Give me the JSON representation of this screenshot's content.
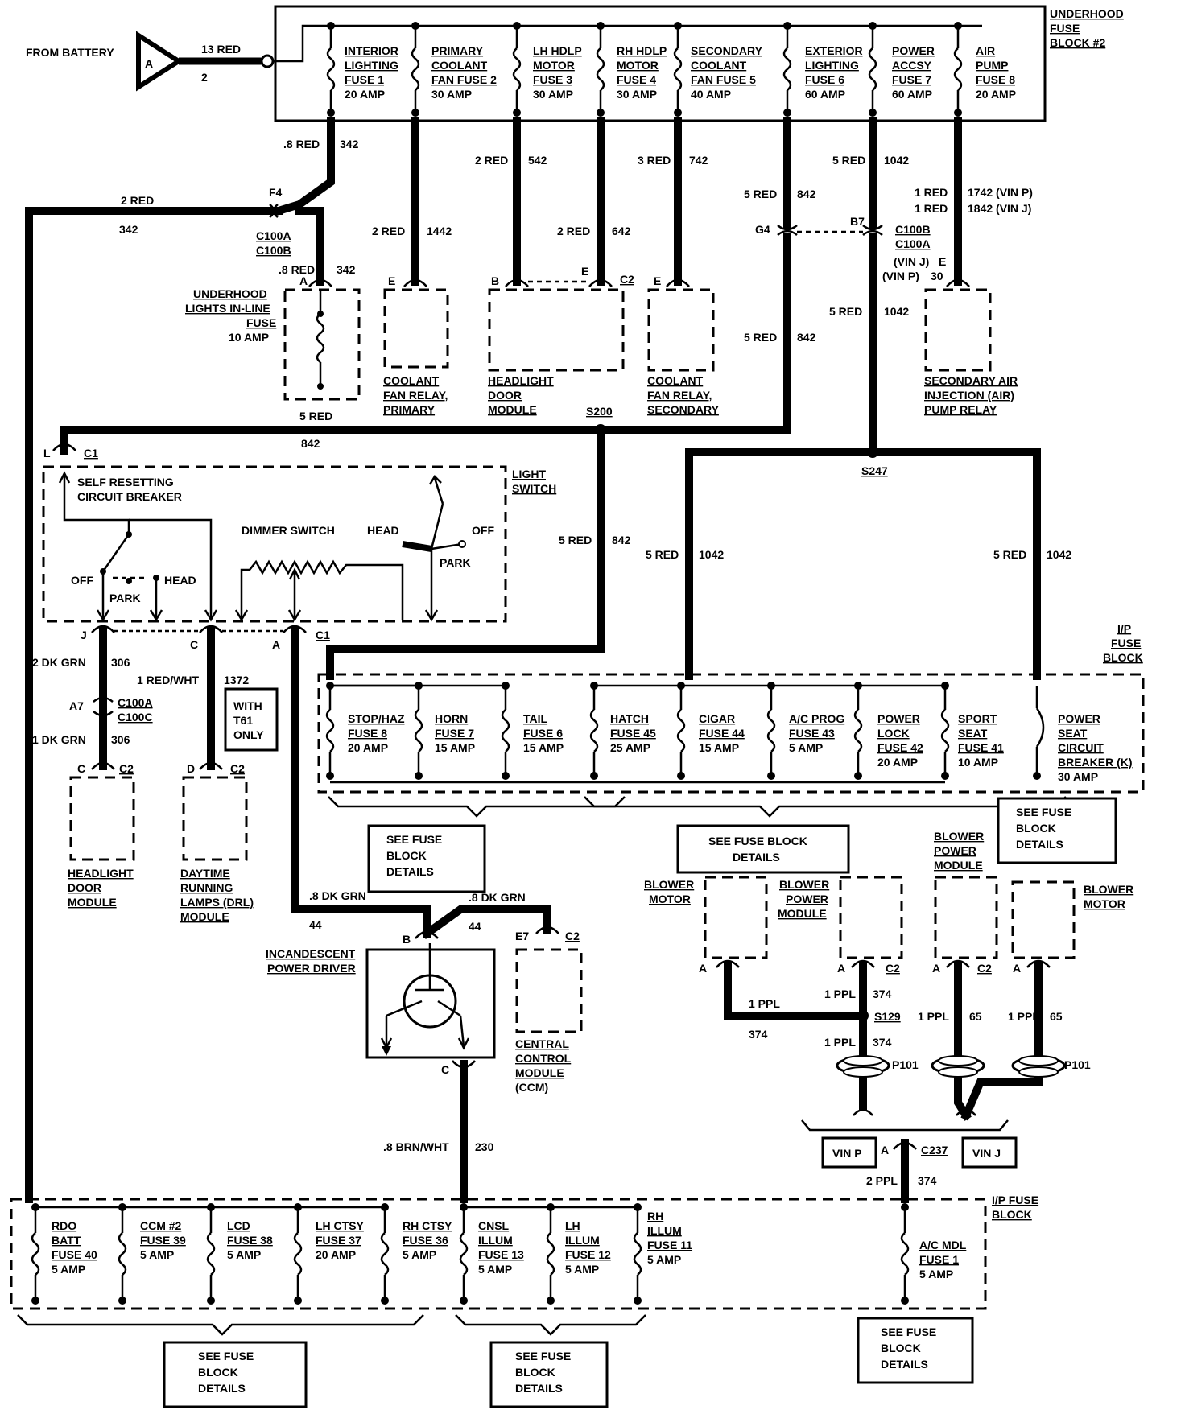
{
  "battery": {
    "label": "FROM BATTERY",
    "tag": "A",
    "wire_top": "13 RED",
    "wire_bottom": "2"
  },
  "underhood_block": {
    "title": [
      "UNDERHOOD",
      "FUSE",
      "BLOCK #2"
    ],
    "fuses": [
      [
        "INTERIOR",
        "LIGHTING",
        "FUSE 1",
        "20 AMP"
      ],
      [
        "PRIMARY",
        "COOLANT",
        "FAN FUSE 2",
        "30 AMP"
      ],
      [
        "LH HDLP",
        "MOTOR",
        "FUSE 3",
        "30 AMP"
      ],
      [
        "RH HDLP",
        "MOTOR",
        "FUSE 4",
        "30 AMP"
      ],
      [
        "SECONDARY",
        "COOLANT",
        "FAN FUSE 5",
        "40 AMP"
      ],
      [
        "EXTERIOR",
        "LIGHTING",
        "FUSE 6",
        "60 AMP"
      ],
      [
        "POWER",
        "ACCSY",
        "FUSE 7",
        "60 AMP"
      ],
      [
        "AIR",
        "PUMP",
        "FUSE 8",
        "20 AMP"
      ]
    ]
  },
  "wires": {
    "w1": ".8 RED",
    "w1n": "342",
    "w2": "2 RED",
    "w2n": "342",
    "w3": "2 RED",
    "w3n": "542",
    "w4": "3 RED",
    "w4n": "742",
    "w5": "5 RED",
    "w5n": "1042",
    "w6a": "5 RED",
    "w6an": "842",
    "w7a": "1 RED",
    "w7an": "1742 (VIN P)",
    "w7b": "1 RED",
    "w7bn": "1842 (VIN J)",
    "w8": "2 RED",
    "w8n": "1442",
    "w9": "2 RED",
    "w9n": "642",
    "w10": ".8 RED",
    "w10n": "342",
    "w11": "5 RED",
    "w11n": "842",
    "w12": "5 RED",
    "w12n": "1042",
    "w13": "5 RED",
    "w14n": "842",
    "w15": "5 RED",
    "w15n": "842",
    "w16": "5 RED",
    "w16n": "1042",
    "w17": "5 RED",
    "w17n": "1042",
    "w18": "2 DK GRN",
    "w18n": "306",
    "w19": "1 DK GRN",
    "w19n": "306",
    "w20": "1 RED/WHT",
    "w20n": "1372",
    "w21": ".8 DK GRN",
    "w21n": "44",
    "w22": ".8 DK GRN",
    "w22n": "44",
    "w23": ".8 BRN/WHT",
    "w23n": "230",
    "w24": "1 PPL",
    "w24n": "374",
    "w25": "1 PPL",
    "w25n": "374",
    "w26": "1 PPL",
    "w26n": "374",
    "w27": "1 PPL",
    "w27n": "65",
    "w28": "1 PPL",
    "w28n": "65",
    "w29": "2 PPL",
    "w29n": "374"
  },
  "connectors": {
    "f4": "F4",
    "c100a": "C100A",
    "c100b": "C100B",
    "g4": "G4",
    "b7": "B7",
    "c100b2": "C100B",
    "c100a2": "C100A",
    "vinj": "(VIN J)",
    "e": "E",
    "vinp": "(VIN P)",
    "n30": "30",
    "a1": "A",
    "e1": "E",
    "b1": "B",
    "e2": "E",
    "c2a": "C2",
    "e3": "E",
    "s200": "S200",
    "s247": "S247",
    "l": "L",
    "c1": "C1",
    "j": "J",
    "c": "C",
    "a2": "A",
    "c1b": "C1",
    "a7": "A7",
    "c100a3": "C100A",
    "c100c": "C100C",
    "cc": "C",
    "c2b": "C2",
    "d": "D",
    "c2c": "C2",
    "b2": "B",
    "e7": "E7",
    "c2d": "C2",
    "cb": "C",
    "a3": "A",
    "a4": "A",
    "c2e": "C2",
    "a5": "A",
    "c2f": "C2",
    "a6": "A",
    "s129": "S129",
    "p101a": "P101",
    "p101b": "P101",
    "a8": "A",
    "c237": "C237"
  },
  "components": {
    "uh_fuse": [
      "UNDERHOOD",
      "LIGHTS IN-LINE",
      "FUSE",
      "10 AMP"
    ],
    "cfr_primary": [
      "COOLANT",
      "FAN RELAY,",
      "PRIMARY"
    ],
    "hdm_top": [
      "HEADLIGHT",
      "DOOR",
      "MODULE"
    ],
    "cfr_secondary": [
      "COOLANT",
      "FAN RELAY,",
      "SECONDARY"
    ],
    "air_relay": [
      "SECONDARY AIR",
      "INJECTION (AIR)",
      "PUMP RELAY"
    ],
    "light_switch": [
      "LIGHT",
      "SWITCH"
    ],
    "breaker": [
      "SELF RESETTING",
      "CIRCUIT BREAKER"
    ],
    "dimmer": "DIMMER SWITCH",
    "sw_head": "HEAD",
    "sw_off": "OFF",
    "sw_park": "PARK",
    "ls_off": "OFF",
    "ls_park": "PARK",
    "ls_head": "HEAD",
    "t61": [
      "WITH",
      "T61",
      "ONLY"
    ],
    "hdm_bottom": [
      "HEADLIGHT",
      "DOOR",
      "MODULE"
    ],
    "drl": [
      "DAYTIME",
      "RUNNING",
      "LAMPS (DRL)",
      "MODULE"
    ],
    "ipd": [
      "INCANDESCENT",
      "POWER DRIVER"
    ],
    "ccm": [
      "CENTRAL",
      "CONTROL",
      "MODULE",
      "(CCM)"
    ],
    "blower_motor1": [
      "BLOWER",
      "MOTOR"
    ],
    "blower_pm1": [
      "BLOWER",
      "POWER",
      "MODULE"
    ],
    "blower_pm2": [
      "BLOWER",
      "POWER",
      "MODULE"
    ],
    "blower_motor2": [
      "BLOWER",
      "MOTOR"
    ],
    "vinp": "VIN P",
    "vinj": "VIN J"
  },
  "ip_block_mid": {
    "title": [
      "I/P",
      "FUSE",
      "BLOCK"
    ],
    "fuses": [
      [
        "STOP/HAZ",
        "FUSE 8",
        "20 AMP"
      ],
      [
        "HORN",
        "FUSE 7",
        "15 AMP"
      ],
      [
        "TAIL",
        "FUSE 6",
        "15 AMP"
      ],
      [
        "HATCH",
        "FUSE 45",
        "25 AMP"
      ],
      [
        "CIGAR",
        "FUSE 44",
        "15 AMP"
      ],
      [
        "A/C PROG",
        "FUSE 43",
        "5 AMP"
      ],
      [
        "POWER",
        "LOCK",
        "FUSE 42",
        "20 AMP"
      ],
      [
        "SPORT",
        "SEAT",
        "FUSE 41",
        "10 AMP"
      ],
      [
        "POWER",
        "SEAT",
        "CIRCUIT",
        "BREAKER (K)",
        "30 AMP"
      ]
    ]
  },
  "ip_block_bottom": {
    "title": [
      "I/P FUSE",
      "BLOCK"
    ],
    "fuses": [
      [
        "RDO",
        "BATT",
        "FUSE 40",
        "5 AMP"
      ],
      [
        "CCM #2",
        "FUSE 39",
        "5 AMP"
      ],
      [
        "LCD",
        "FUSE 38",
        "5 AMP"
      ],
      [
        "LH CTSY",
        "FUSE 37",
        "20 AMP"
      ],
      [
        "RH CTSY",
        "FUSE 36",
        "5 AMP"
      ],
      [
        "CNSL",
        "ILLUM",
        "FUSE 13",
        "5 AMP"
      ],
      [
        "LH",
        "ILLUM",
        "FUSE 12",
        "5 AMP"
      ],
      [
        "RH",
        "ILLUM",
        "FUSE 11",
        "5 AMP"
      ],
      [
        "A/C MDL",
        "FUSE 1",
        "5 AMP"
      ]
    ]
  },
  "see_details": {
    "label1": [
      "SEE FUSE",
      "BLOCK",
      "DETAILS"
    ],
    "label2": [
      "SEE FUSE  BLOCK",
      "DETAILS"
    ],
    "label3": [
      "SEE FUSE",
      "BLOCK",
      "DETAILS"
    ],
    "label4": [
      "SEE FUSE",
      "BLOCK",
      "DETAILS"
    ],
    "label5": [
      "SEE FUSE",
      "BLOCK",
      "DETAILS"
    ],
    "label6": [
      "SEE FUSE",
      "BLOCK",
      "DETAILS"
    ]
  }
}
